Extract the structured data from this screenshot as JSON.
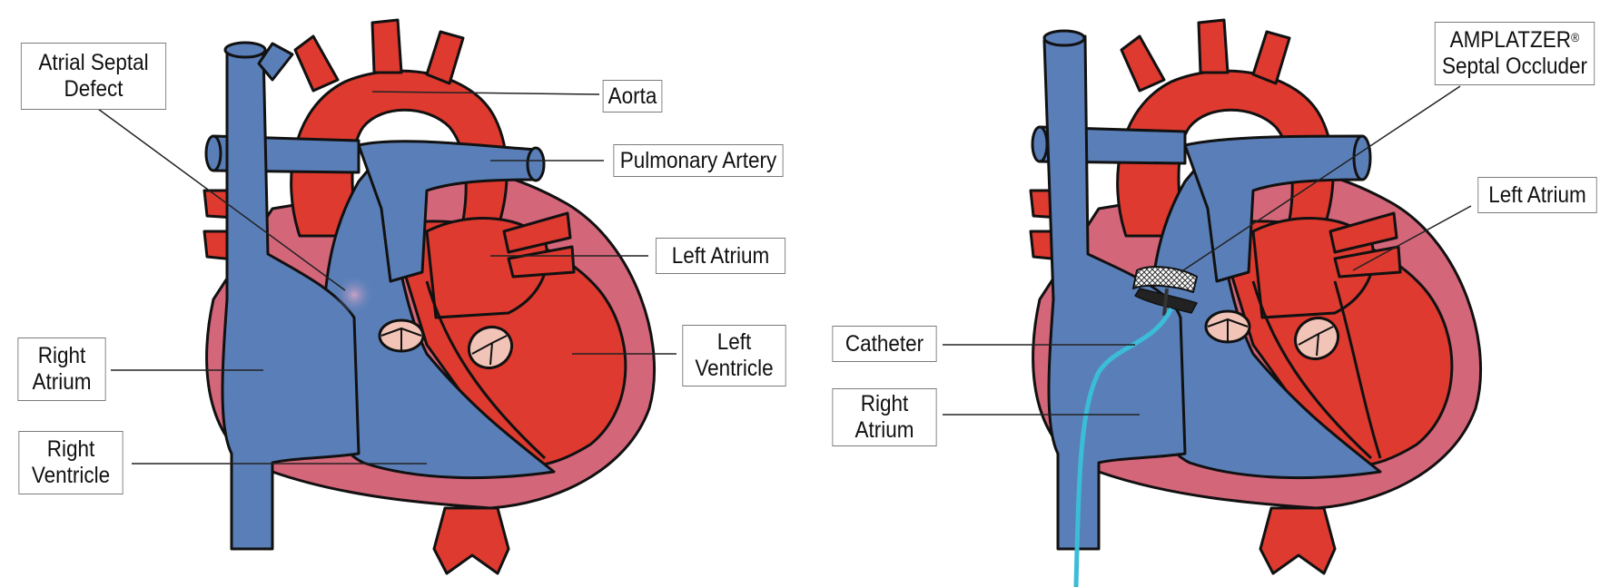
{
  "labels": {
    "left": {
      "atrial_septal_defect": [
        "Atrial  Septal",
        "Defect"
      ],
      "aorta": "Aorta",
      "pulmonary_artery": "Pulmonary Artery",
      "left_atrium": "Left Atrium",
      "left_ventricle": [
        "Left",
        "Ventricle"
      ],
      "right_atrium": [
        "Right",
        "Atrium"
      ],
      "right_ventricle": [
        "Right",
        "Ventricle"
      ]
    },
    "right": {
      "occluder_line1": "AMPLATZER",
      "occluder_mark": "®",
      "occluder_line2": "Septal Occluder",
      "left_atrium": "Left Atrium",
      "catheter": "Catheter",
      "right_atrium": [
        "Right",
        "Atrium"
      ]
    }
  },
  "colors": {
    "blue": "#5a7fb8",
    "red": "#de3a2f",
    "pink": "#d4667a",
    "valve": "#f2c4b8",
    "catheter": "#3bbcd8",
    "outline": "#111111"
  }
}
